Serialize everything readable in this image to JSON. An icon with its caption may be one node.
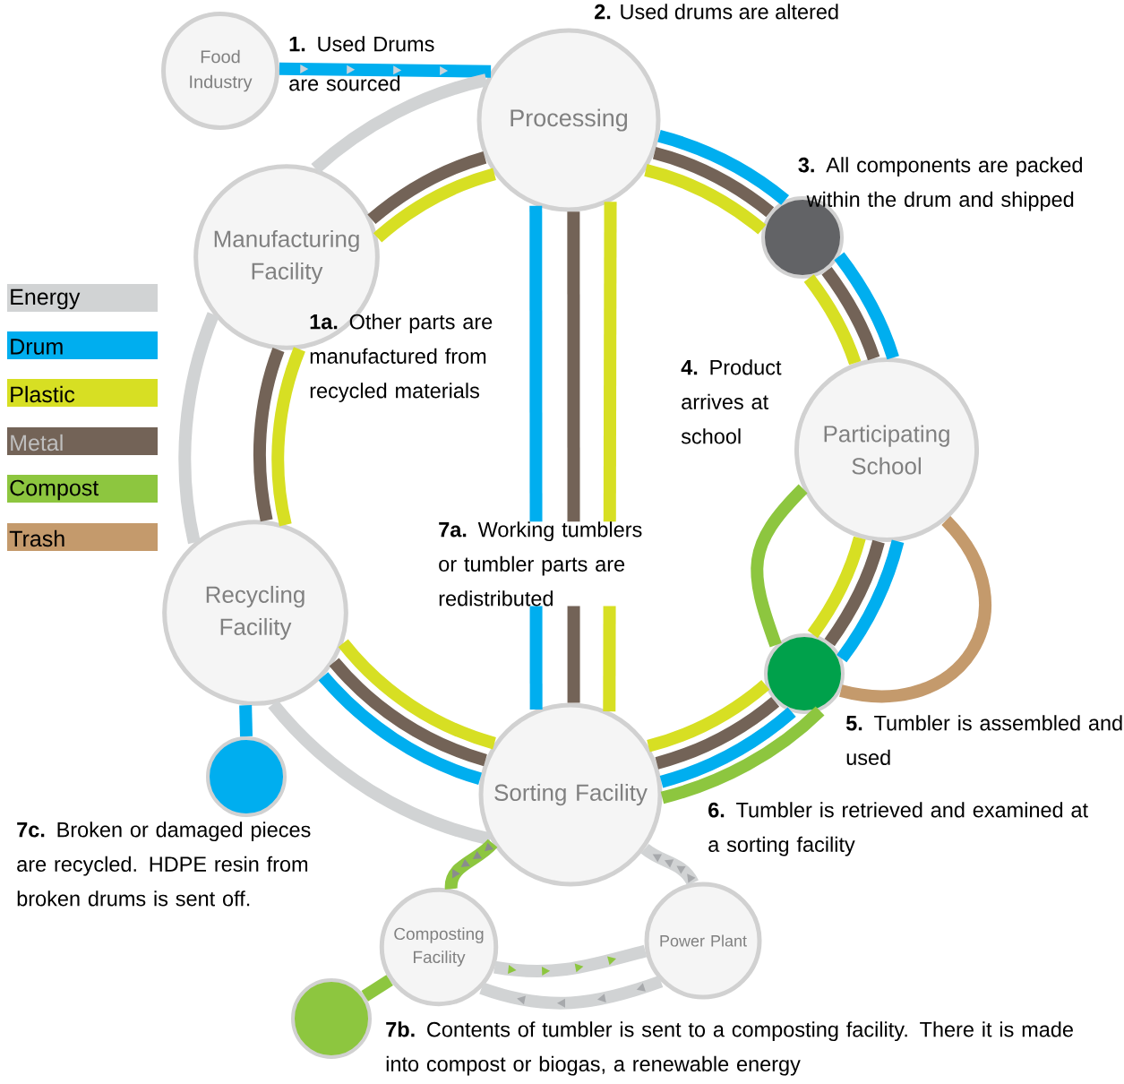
{
  "diagram": {
    "nodes": [
      {
        "text": [
          "Food Industry"
        ]
      },
      {
        "text": [
          "Processing"
        ]
      },
      {
        "text": [
          "Manufacturing Facility"
        ]
      },
      {
        "text": [],
        "shape": "circle"
      },
      {
        "text": [
          "Participating School"
        ]
      },
      {
        "text": [],
        "shape": "circle"
      },
      {
        "text": [
          "Recycling Facility"
        ]
      },
      {
        "text": [],
        "shape": "circle"
      },
      {
        "text": [
          "Sorting Facility"
        ]
      },
      {
        "text": [
          "Composting Facility"
        ]
      },
      {
        "text": [
          "Power Plant"
        ]
      },
      {
        "text": [],
        "shape": "circle"
      }
    ],
    "edges": [
      {
        "from": 0,
        "to": 1,
        "arrow": "to",
        "color": "#00aeef"
      },
      {
        "from": 1,
        "to": 3,
        "arrow": "none",
        "color": "#00aeef"
      },
      {
        "from": 1,
        "to": 3,
        "arrow": "none",
        "color": "#736357"
      },
      {
        "from": 1,
        "to": 3,
        "arrow": "none",
        "color": "#d7df23"
      },
      {
        "from": 3,
        "to": 4,
        "arrow": "none",
        "color": "#00aeef"
      },
      {
        "from": 3,
        "to": 4,
        "arrow": "none",
        "color": "#736357"
      },
      {
        "from": 3,
        "to": 4,
        "arrow": "none",
        "color": "#d7df23"
      },
      {
        "from": 4,
        "to": 5,
        "arrow": "none",
        "color": "#00aeef"
      },
      {
        "from": 4,
        "to": 5,
        "arrow": "none",
        "color": "#736357"
      },
      {
        "from": 4,
        "to": 5,
        "arrow": "none",
        "color": "#d7df23"
      },
      {
        "from": 4,
        "to": 5,
        "arrow": "none",
        "color": "#8dc63f"
      },
      {
        "from": 4,
        "to": 5,
        "arrow": "none",
        "color": "#c49a6c"
      },
      {
        "from": 5,
        "to": 8,
        "arrow": "none",
        "color": "#00aeef"
      },
      {
        "from": 5,
        "to": 8,
        "arrow": "none",
        "color": "#736357"
      },
      {
        "from": 5,
        "to": 8,
        "arrow": "none",
        "color": "#d7df23"
      },
      {
        "from": 5,
        "to": 8,
        "arrow": "none",
        "color": "#8dc63f"
      },
      {
        "from": 8,
        "to": 1,
        "arrow": "none",
        "color": "#00aeef"
      },
      {
        "from": 8,
        "to": 1,
        "arrow": "none",
        "color": "#736357"
      },
      {
        "from": 8,
        "to": 1,
        "arrow": "none",
        "color": "#d7df23"
      },
      {
        "from": 8,
        "to": 6,
        "arrow": "none",
        "color": "#d1d3d4"
      },
      {
        "from": 8,
        "to": 6,
        "arrow": "none",
        "color": "#00aeef"
      },
      {
        "from": 8,
        "to": 6,
        "arrow": "none",
        "color": "#736357"
      },
      {
        "from": 8,
        "to": 6,
        "arrow": "none",
        "color": "#d7df23"
      },
      {
        "from": 6,
        "to": 7,
        "arrow": "none",
        "color": "#00aeef"
      },
      {
        "from": 6,
        "to": 2,
        "arrow": "none",
        "color": "#d1d3d4"
      },
      {
        "from": 6,
        "to": 2,
        "arrow": "none",
        "color": "#736357"
      },
      {
        "from": 6,
        "to": 2,
        "arrow": "none",
        "color": "#d7df23"
      },
      {
        "from": 2,
        "to": 1,
        "arrow": "none",
        "color": "#d1d3d4"
      },
      {
        "from": 2,
        "to": 1,
        "arrow": "none",
        "color": "#736357"
      },
      {
        "from": 2,
        "to": 1,
        "arrow": "none",
        "color": "#d7df23"
      },
      {
        "from": 8,
        "to": 9,
        "arrow": "to",
        "color": "#8dc63f"
      },
      {
        "from": 9,
        "to": 10,
        "arrow": "to",
        "color": "#d1d3d4"
      },
      {
        "from": 10,
        "to": 9,
        "arrow": "to",
        "color": "#d1d3d4"
      },
      {
        "from": 10,
        "to": 8,
        "arrow": "to",
        "color": "#d1d3d4"
      },
      {
        "from": 9,
        "to": 11,
        "arrow": "none",
        "color": "#8dc63f"
      }
    ],
    "labels": [
      "**2.** Used drums are altered",
      "**1.** Used Drums are sourced",
      "**3.** All components are packed within the drum and shipped",
      "**1a.** Other parts are manufactured from recycled materials",
      "**4.** Product arrives at school",
      "**7a.** Working tumblers or tumbler parts are redistributed",
      "**5.** Tumbler is assembled and used",
      "**6.** Tumbler is retrieved and examined at a sorting facility",
      "**7c.** Broken or damaged pieces are recycled. HDPE resin from broken drums is sent off.",
      "**7b.** Contents of tumbler is sent to a composting facility. There it is made into compost or biogas, a renewable energy"
    ],
    "legend": [
      {
        "text": "Energy",
        "color": "#d1d3d4"
      },
      {
        "text": "Drum",
        "color": "#00aeef"
      },
      {
        "text": "Plastic",
        "color": "#d7df23"
      },
      {
        "text": "Metal",
        "color": "#736357"
      },
      {
        "text": "Compost",
        "color": "#8dc63f"
      },
      {
        "text": "Trash",
        "color": "#c49a6c"
      }
    ]
  }
}
